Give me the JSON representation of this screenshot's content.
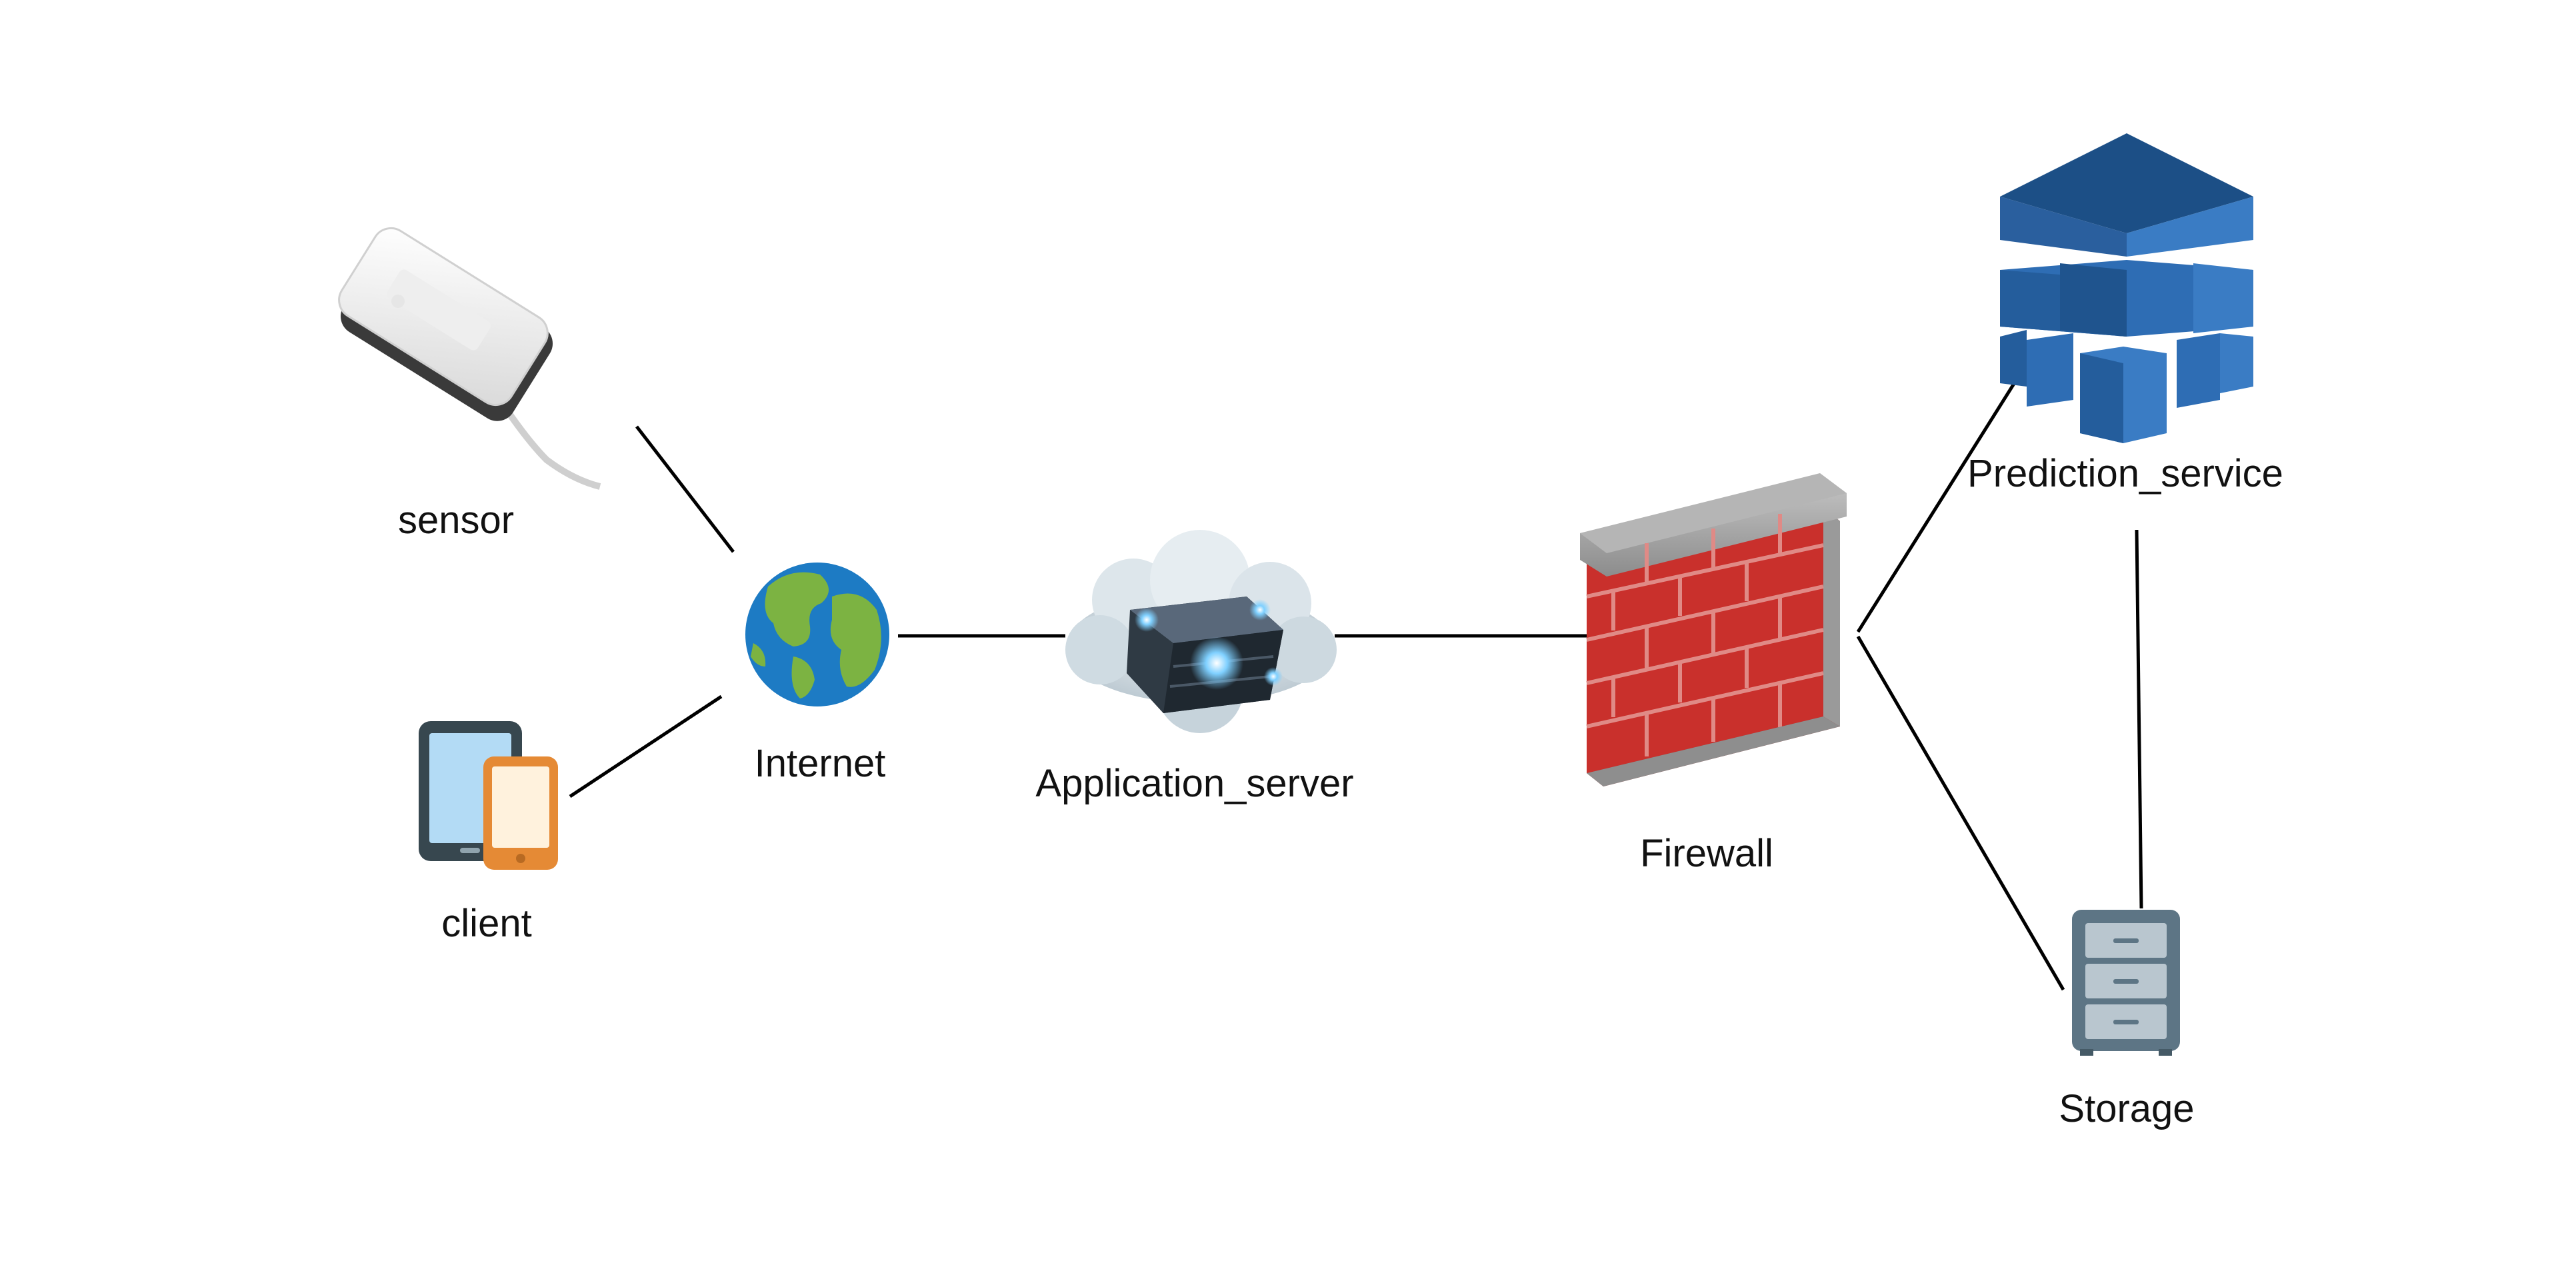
{
  "nodes": {
    "sensor": {
      "label": "sensor",
      "icon": "usb-sensor-icon"
    },
    "client": {
      "label": "client",
      "icon": "tablet-phone-icon"
    },
    "internet": {
      "label": "Internet",
      "icon": "globe-icon"
    },
    "application_server": {
      "label": "Application_server",
      "icon": "cloud-server-icon"
    },
    "firewall": {
      "label": "Firewall",
      "icon": "brick-wall-icon"
    },
    "prediction_service": {
      "label": "Prediction_service",
      "icon": "stacked-cubes-icon"
    },
    "storage": {
      "label": "Storage",
      "icon": "file-cabinet-icon"
    }
  },
  "edges": [
    {
      "from": "sensor",
      "to": "internet"
    },
    {
      "from": "client",
      "to": "internet"
    },
    {
      "from": "internet",
      "to": "application_server"
    },
    {
      "from": "application_server",
      "to": "firewall"
    },
    {
      "from": "firewall",
      "to": "prediction_service"
    },
    {
      "from": "firewall",
      "to": "storage"
    },
    {
      "from": "prediction_service",
      "to": "storage"
    }
  ],
  "colors": {
    "edge": "#000000",
    "globe_ocean": "#1d7bc4",
    "globe_land": "#7cb342",
    "brick": "#c9302c",
    "cube_blue": "#2e6db4",
    "cabinet": "#5d7585"
  }
}
